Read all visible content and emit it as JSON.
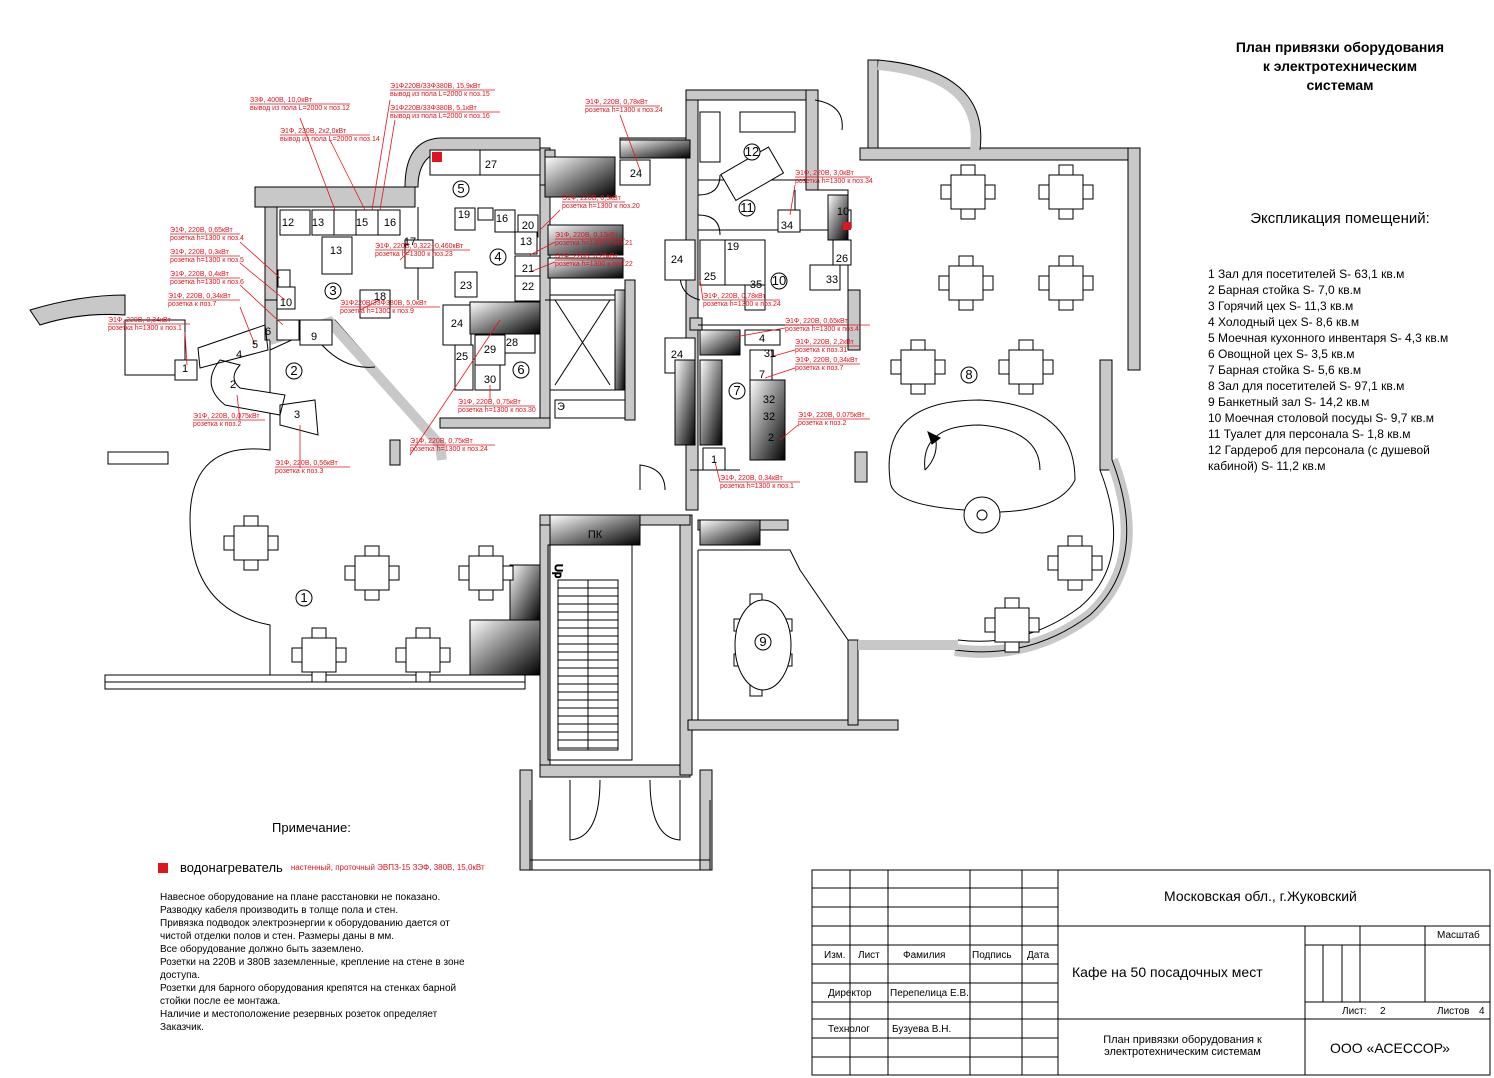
{
  "title": [
    "План привязки оборудования",
    "к электротехническим",
    "системам"
  ],
  "explication": {
    "heading": "Экспликация помещений:",
    "items": [
      "1 Зал для посетителей S- 63,1 кв.м",
      "2 Барная стойка S- 7,0 кв.м",
      "3 Горячий цех S- 11,3 кв.м",
      "4 Холодный цех S- 8,6 кв.м",
      "5 Моечная кухонного инвентаря S- 4,3 кв.м",
      "6 Овощной цех S- 3,5 кв.м",
      "7 Барная стойка S- 5,6 кв.м",
      "8 Зал для посетителей S- 97,1 кв.м",
      "9 Банкетный зал S- 14,2 кв.м",
      "10 Моечная столовой посуды S- 9,7 кв.м",
      "11 Туалет для персонала S- 1,8 кв.м",
      "12 Гардероб для персонала (с душевой кабиной) S- 11,2 кв.м"
    ]
  },
  "note": {
    "heading": "Примечание:",
    "legend_label": "водонагреватель",
    "legend_desc": "настенный, проточный ЭВПЗ-15  ЗЭФ, 380В, 15,0кВт",
    "legend_color": "#e0141e",
    "lines": [
      "Навесное оборудование на плане расстановки не показано.",
      "Разводку кабеля производить в толще пола и стен.",
      "Привязка подводок электроэнергии к оборудованию дается от чистой отделки полов и стен. Размеры даны в мм.",
      "Все оборудование должно быть заземлено.",
      "Розетки на 220В и 380В заземленные, крепление на стене в зоне доступа.",
      "Розетки для барного оборудования крепятся на стенках барной стойки после ее монтажа.",
      "Наличие и местоположение резервных розеток определяет Заказчик."
    ]
  },
  "titleblock": {
    "location": "Московская обл., г.Жуковский",
    "project": "Кафе на 50 посадочных мест",
    "sheet_title": "План привязки оборудования к электротехническим системам",
    "company": "ООО «АСЕССОР»",
    "scale_label": "Масштаб",
    "sheet_label": "Лист:",
    "sheet_no": "2",
    "sheets_label": "Листов",
    "sheets_no": "4",
    "cols": [
      "Изм.",
      "Лист",
      "Фамилия",
      "Подпись",
      "Дата"
    ],
    "director_role": "Директор",
    "director_name": "Перепелица Е.В.",
    "tech_role": "Технолог",
    "tech_name": "Бузуева В.Н."
  },
  "plan": {
    "accent_color": "#e0141e",
    "room_numbers": [
      "1",
      "2",
      "3",
      "4",
      "5",
      "6",
      "7",
      "8",
      "9",
      "10",
      "11",
      "12"
    ],
    "stair_label": "Up",
    "equip": {
      "e1": "1",
      "e2": "2",
      "e3": "3",
      "e4": "4",
      "e5": "5",
      "e6": "6",
      "e7": "7",
      "e9": "9",
      "e10": "10",
      "e12": "12",
      "e13": "13",
      "e15": "15",
      "e16": "16",
      "e17": "17",
      "e18": "18",
      "e19": "19",
      "e20": "20",
      "e21": "21",
      "e22": "22",
      "e23": "23",
      "e24": "24",
      "e25": "25",
      "e26": "26",
      "e27": "27",
      "e28": "28",
      "e29": "29",
      "e30": "30",
      "e31": "31",
      "e32": "32",
      "e33": "33",
      "e34": "34",
      "e35": "35",
      "pk": "ПК",
      "e": "Э"
    },
    "labels": {
      "l1a": "З3Ф, 400В, 10,0кВт",
      "l1b": "вывод из пола L=2000 к поз.12",
      "l2a": "Э1Ф, 230В, 2х2,0кВт",
      "l2b": "вывод из пола L=2000 к поз.14",
      "l3a": "Э1Ф220В/З3Ф380В, 15,9кВт",
      "l3b": "вывод из пола L=2000 к поз.15",
      "l4a": "Э1Ф220В/З3Ф380В, 5,1кВт",
      "l4b": "вывод из пола L=2000 к поз.16",
      "l5a": "Э1Ф, 220В, 0,78кВт",
      "l5b": "розетка h=1300 к поз.24",
      "l6a": "Э1Ф, 220В, 0,5кВт",
      "l6b": "розетка h=1300 к поз.20",
      "l7a": "Э1Ф, 220В, 0,65кВт",
      "l7b": "розетка h=1300 к поз.4",
      "l8a": "Э1Ф, 220В, 0,3кВт",
      "l8b": "розетка h=1300 к поз.5",
      "l9a": "Э1Ф, 220В, 0,4кВт",
      "l9b": "розетка h=1300 к поз.6",
      "l10a": "Э1Ф, 220В, 0,34кВт",
      "l10b": "розетка  к поз.7",
      "l11a": "Э1Ф, 220В, 0,34кВт",
      "l11b": "розетка h=1300 к поз.1",
      "l12a": "Э1Ф, 220В, 0,322+0,460кВт",
      "l12b": "розетка h=1300 к поз.23",
      "l13a": "Э1Ф220В/З3Ф380В, 5,0кВт",
      "l13b": "розетка h=1300 к поз.9",
      "l14a": "Э1Ф, 220В, 0,13кВт",
      "l14b": "розетка h=1300 к поз.21",
      "l15a": "Э1Ф, 220В, 0,26кВт",
      "l15b": "розетка h=1300 к поз.22",
      "l16a": "Э1Ф, 220В, 3,0кВт",
      "l16b": "розетка h=1300 к поз.34",
      "l17a": "Э1Ф, 220В, 0,78кВт",
      "l17b": "розетка h=1300 к поз.24",
      "l18a": "Э1Ф, 220В, 0,65кВт",
      "l18b": "розетка h=1300 к поз.4",
      "l19a": "Э1Ф, 220В, 2,2кВт",
      "l19b": "розетка  к поз.31",
      "l20a": "Э1Ф, 220В, 0,34кВт",
      "l20b": "розетка  к поз.7",
      "l21a": "Э1Ф, 220В, 0,075кВт",
      "l21b": "розетка  к поз.2",
      "l22a": "Э1Ф, 220В, 0,075кВт",
      "l22b": "розетка  к поз.2",
      "l23a": "Э1Ф, 220В, 0,56кВт",
      "l23b": "розетка  к поз.3",
      "l24a": "Э1Ф, 220В, 0,75кВт",
      "l24b": "розетка h=1300 к поз.30",
      "l25a": "Э1Ф, 220В, 0,75кВт",
      "l25b": "розетка h=1300 к поз.24",
      "l26a": "Э1Ф, 220В, 0,34кВт",
      "l26b": "розетка h=1300 к поз.1"
    }
  }
}
